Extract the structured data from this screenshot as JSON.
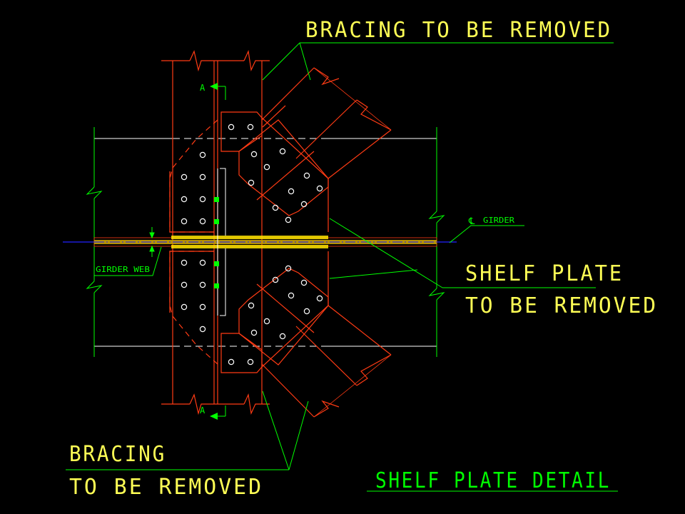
{
  "drawing": {
    "labels": {
      "bracing_top": "BRACING TO BE REMOVED",
      "bracing_bottom_line1": "BRACING",
      "bracing_bottom_line2": "TO BE REMOVED",
      "shelf_plate_line1": "SHELF PLATE",
      "shelf_plate_line2": "TO BE REMOVED",
      "title": "SHELF PLATE DETAIL",
      "girder_web": "GIRDER WEB",
      "girder_cl": "GIRDER",
      "centerline_symbol": "℄",
      "section_mark_top": "A",
      "section_mark_bottom": "A"
    },
    "colors": {
      "background": "#000000",
      "steel": "#ff3b14",
      "dimension": "#00ff00",
      "label_text": "#ffff55",
      "small_text": "#00ff00",
      "girder_line": "#ffffff",
      "centerline": "#2222ff",
      "weld": "#ffe600",
      "shelf_plate": "#c8a000",
      "bolt_hole": "#ffffff",
      "green_fill": "#00ff00"
    }
  }
}
